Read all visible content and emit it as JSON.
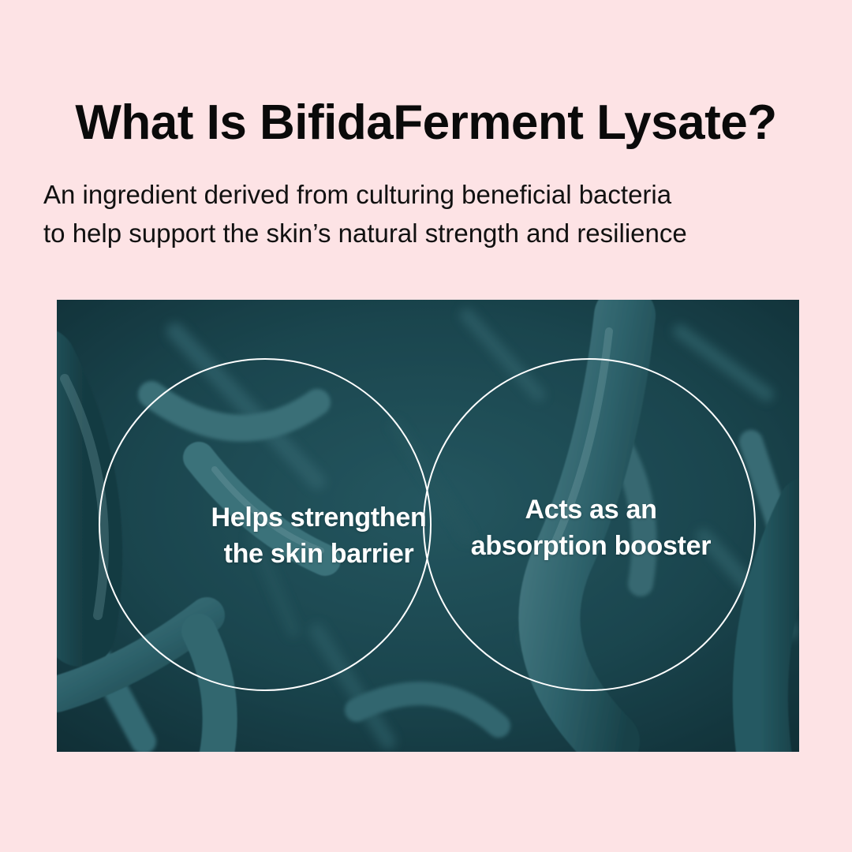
{
  "headline": "What Is BifidaFerment Lysate?",
  "subtext": {
    "line1": "An ingredient derived from culturing beneficial bacteria",
    "line2": "to help support the skin’s natural strength and resilience"
  },
  "benefits": [
    {
      "line1": "Helps strengthen",
      "line2": "the skin barrier"
    },
    {
      "line1": "Acts as an",
      "line2": "absorption booster"
    }
  ],
  "colors": {
    "background": "#fde3e5",
    "photo_base": "#1f4d55",
    "circle_stroke": "#ffffff",
    "text_dark": "#0a0a0a"
  }
}
